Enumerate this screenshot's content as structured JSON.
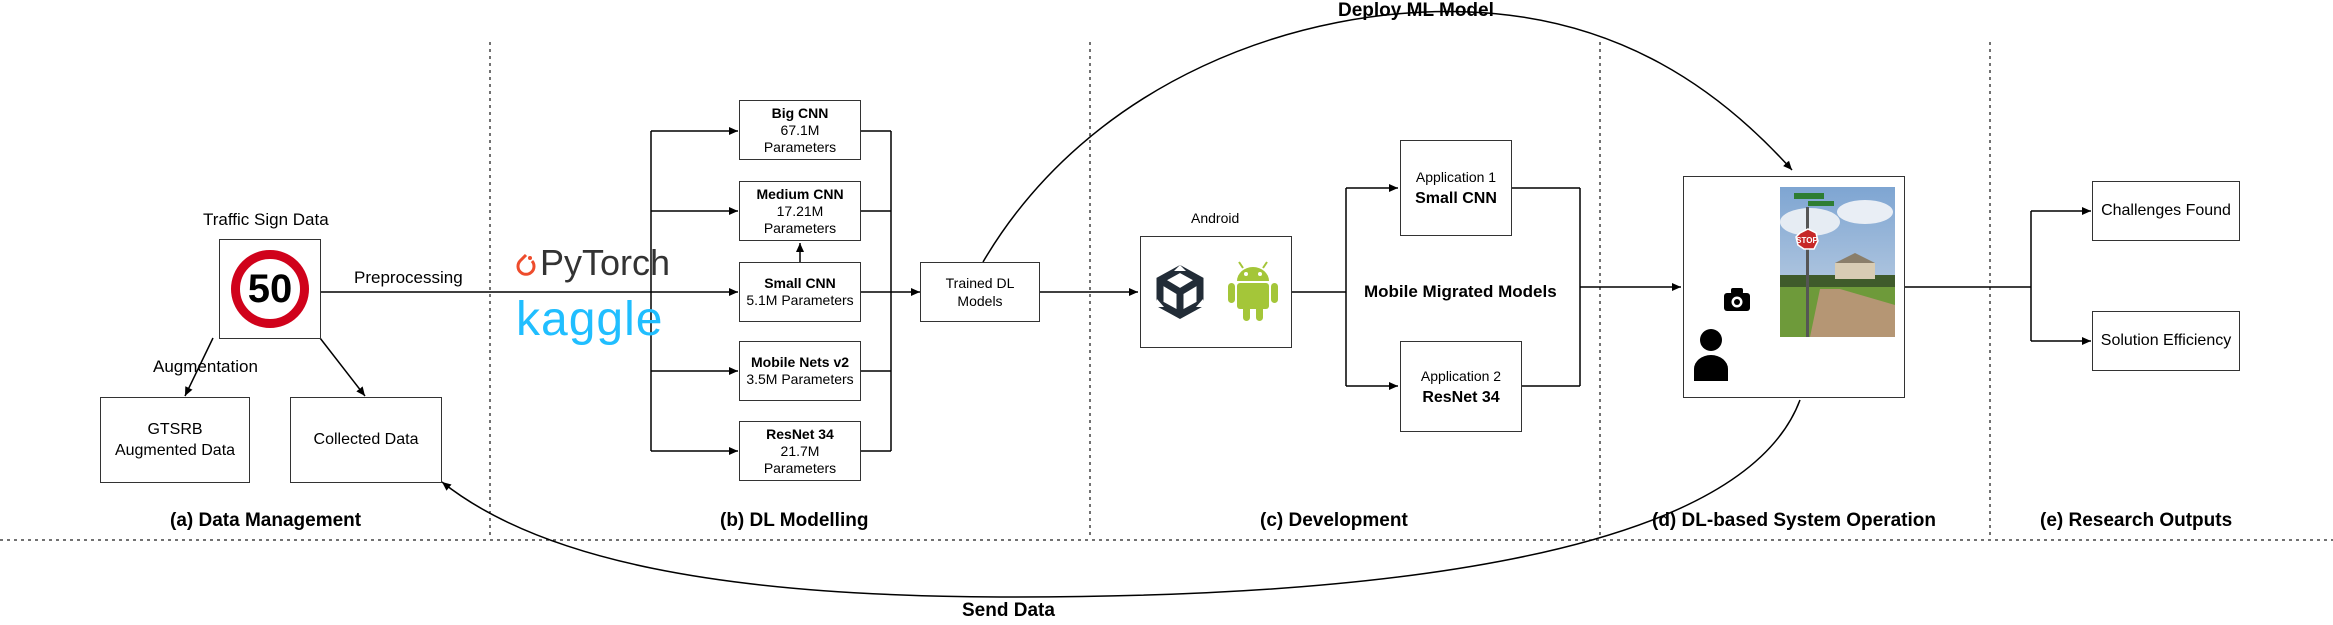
{
  "top_label": "Deploy ML Model",
  "bottom_label": "Send Data",
  "sections": [
    "(a) Data Management",
    "(b) DL Modelling",
    "(c) Development",
    "(d) DL-based System Operation",
    "(e) Research Outputs"
  ],
  "data_mgmt": {
    "traffic_sign_title": "Traffic Sign Data",
    "sign_number": "50",
    "augmentation": "Augmentation",
    "gtsrb_line1": "GTSRB",
    "gtsrb_line2": "Augmented Data",
    "collected": "Collected Data",
    "preprocessing": "Preprocessing"
  },
  "logos": {
    "pytorch": "PyTorch",
    "kaggle": "kaggle"
  },
  "models": [
    {
      "name": "Big CNN",
      "l1": "67.1M",
      "l2": "Parameters"
    },
    {
      "name": "Medium CNN",
      "l1": "17.21M",
      "l2": "Parameters"
    },
    {
      "name": "Small CNN",
      "l1": "5.1M Parameters",
      "l2": ""
    },
    {
      "name": "Mobile Nets v2",
      "l1": "3.5M Parameters",
      "l2": ""
    },
    {
      "name": "ResNet 34",
      "l1": "21.7M",
      "l2": "Parameters"
    }
  ],
  "trained": {
    "l1": "Trained DL",
    "l2": "Models"
  },
  "development": {
    "android": "Android",
    "app1_title": "Application 1",
    "app1_model": "Small CNN",
    "app2_title": "Application 2",
    "app2_model": "ResNet 34",
    "migrated": "Mobile Migrated Models",
    "stop": "STOP"
  },
  "outputs": {
    "challenges": "Challenges Found",
    "efficiency": "Solution Efficiency"
  },
  "colors": {
    "sign_red": "#D0021B",
    "android_green": "#A4C639",
    "kaggle_blue": "#20BEFF",
    "pytorch_orange": "#EE4C2C"
  }
}
